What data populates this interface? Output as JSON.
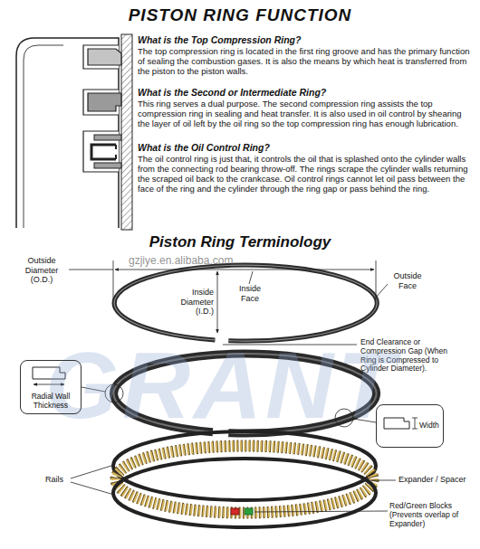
{
  "diagram": {
    "title": "PISTON RING FUNCTION",
    "nodes": [
      {
        "text": [
          "Radial Wall Thickness"
        ]
      },
      {
        "text": [
          "Width"
        ]
      }
    ],
    "labels": [
      "What is the Top Compression Ring?",
      "The top compression ring is located in the first ring groove and has the primary function of sealing the combustion gases. It is also the means by which heat is transferred from the piston to the piston walls.",
      "What is the Second or Intermediate Ring?",
      "This ring serves a dual purpose. The second compression ring assists the top compression ring in sealing and heat transfer. It is also used in oil control by shearing the layer of oil left by the oil ring so the top compression ring has enough lubrication.",
      "What is the Oil Control Ring?",
      "The oil control ring is just that, it controls the oil that is splashed onto the cylinder walls from the connecting rod bearing throw-off. The rings scrape the cylinder walls returning the scraped oil back to the crankcase. Oil control rings cannot let oil pass between the face of the ring and the cylinder through the ring gap or pass behind the ring.",
      "Piston Ring Terminology",
      "Outside Diameter (O.D.)",
      "Inside Diameter (I.D.)",
      "Inside Face",
      "Outside Face",
      "End Clearance or Compression Gap (When Ring is Compressed to Cylinder Diameter).",
      "Rails",
      "Expander / Spacer",
      "Red/Green Blocks (Prevents overlap of Expander)",
      "gzjiye.en.alibaba.com",
      "GRANT"
    ]
  }
}
